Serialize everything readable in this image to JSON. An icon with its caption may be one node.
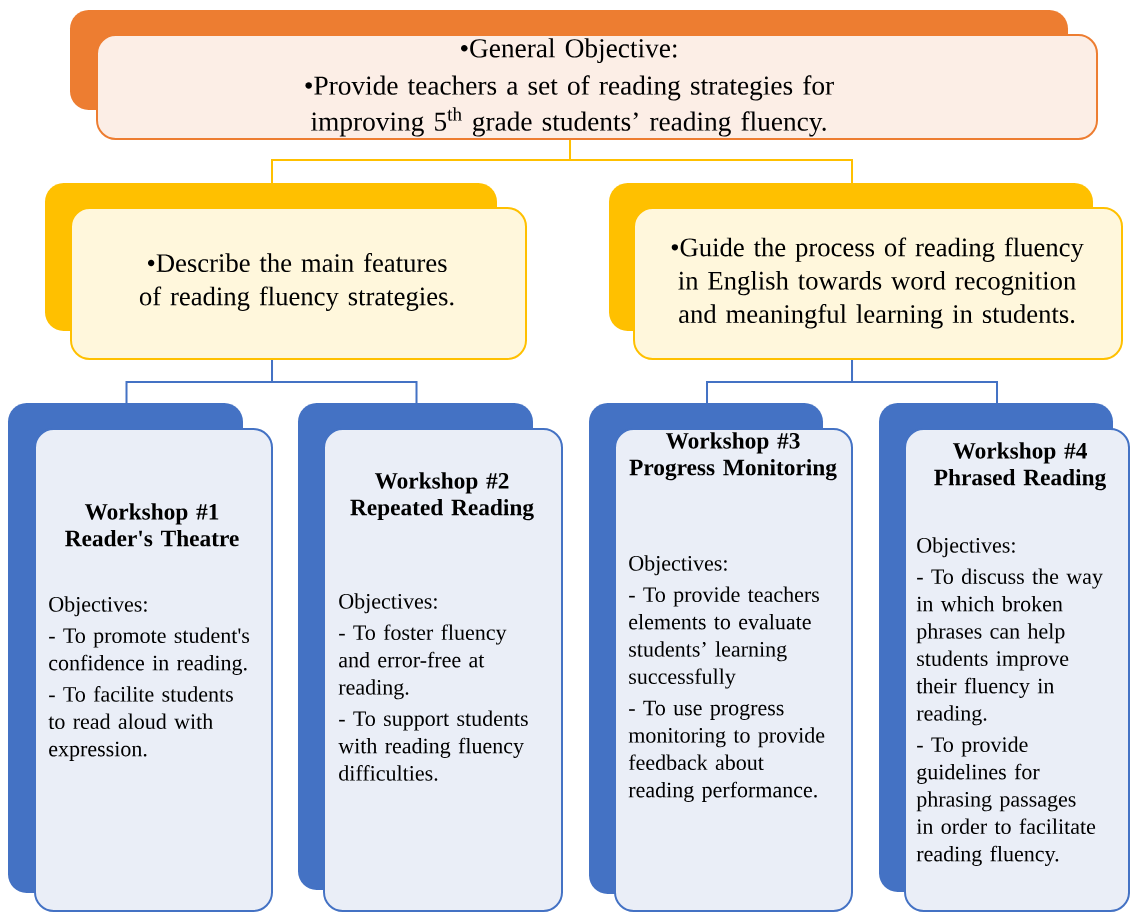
{
  "diagram": {
    "nodes": [
      {
        "text": [
          "•General Objective:",
          "•Provide teachers a set of reading strategies for improving 5$^{th}$ grade students’ reading fluency."
        ]
      },
      {
        "text": [
          "•Describe the main features of reading fluency strategies."
        ]
      },
      {
        "text": [
          "•Guide the process of reading fluency in English towards word recognition and meaningful learning in students."
        ]
      },
      {
        "text": [
          "Workshop #1 Reader's Theatre",
          "Objectives:",
          "- To promote student's confidence in reading.",
          "- To facilite students to read aloud with expression."
        ]
      },
      {
        "text": [
          "Workshop #2 Repeated Reading",
          "Objectives:",
          "- To foster fluency and error-free at reading.",
          "- To support students with reading fluency difficulties."
        ]
      },
      {
        "text": [
          "Workshop #3 Progress Monitoring",
          "Objectives:",
          "- To provide teachers elements to evaluate students’ learning successfully",
          "- To use progress monitoring to provide feedback about reading performance."
        ]
      },
      {
        "text": [
          "Workshop #4 Phrased Reading",
          "Objectives:",
          "- To discuss the way in which broken phrases can help students improve their fluency in reading.",
          "- To provide guidelines for phrasing passages in order to facilitate reading fluency."
        ]
      }
    ],
    "edges": [
      {
        "from": 0,
        "to": 1,
        "arrow": "none",
        "color": "#ffc000"
      },
      {
        "from": 0,
        "to": 2,
        "arrow": "none",
        "color": "#ffc000"
      },
      {
        "from": 1,
        "to": 3,
        "arrow": "none"
      },
      {
        "from": 1,
        "to": 4,
        "arrow": "none"
      },
      {
        "from": 2,
        "to": 5,
        "arrow": "none"
      },
      {
        "from": 2,
        "to": 6,
        "arrow": "none"
      }
    ]
  }
}
